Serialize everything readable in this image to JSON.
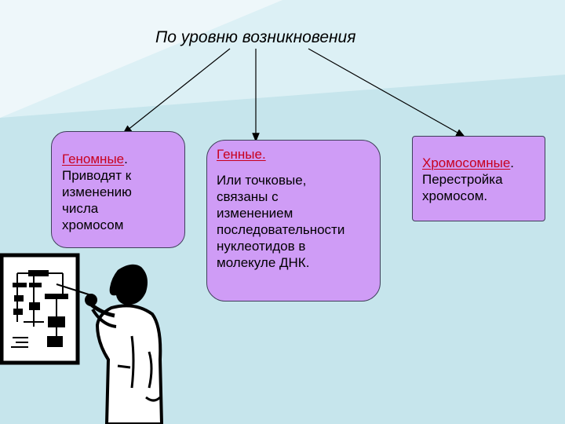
{
  "title": "По уровню возникновения",
  "boxes": [
    {
      "head": "Геномные",
      "punct": ".",
      "lines": [
        "Приводят к",
        "изменению",
        "числа",
        "хромосом"
      ]
    },
    {
      "head": "Генные.",
      "punct": "",
      "lines": [
        "Или точковые,",
        "связаны с",
        "изменением",
        "последовательности",
        "нуклеотидов в",
        "молекуле ДНК."
      ]
    },
    {
      "head": "Хромосомные",
      "punct": ".",
      "lines": [
        "Перестройка",
        "хромосом."
      ]
    }
  ],
  "colors": {
    "background": "#c6e5ec",
    "box_fill": "#cf9cf6",
    "heading": "#c8001e"
  },
  "icons": [
    "scientist-figure-icon",
    "flowchart-board-icon"
  ]
}
